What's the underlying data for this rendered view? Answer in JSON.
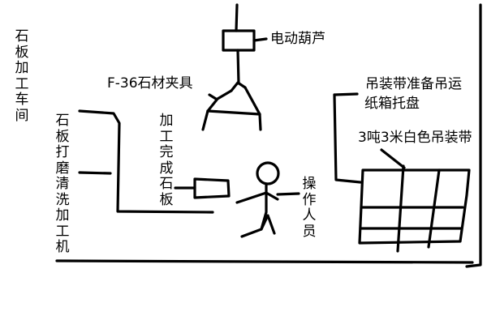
{
  "labels": {
    "workshop": "石板加工车间",
    "machine": "石板打磨清洗加工机",
    "finished_slab": "加工完成石板",
    "operator": "操作人员",
    "hoist": "电动葫芦",
    "clamp": "F-36石材夹具",
    "pallet_line1": "吊装带准备吊运",
    "pallet_line2": "纸箱托盘",
    "strap": "3吨3米白色吊装带"
  },
  "colors": {
    "ink": "#000000",
    "background": "#ffffff"
  }
}
